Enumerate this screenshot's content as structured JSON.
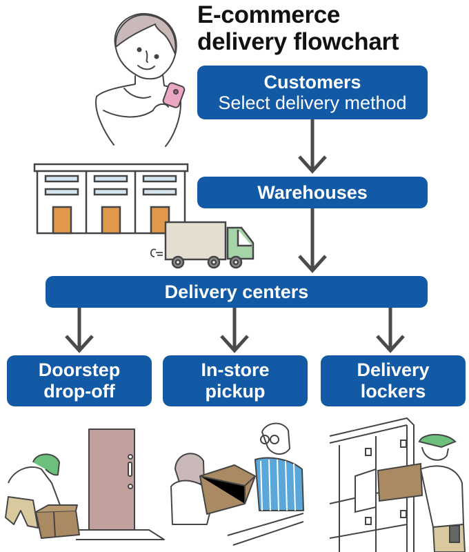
{
  "title": {
    "line1": "E-commerce",
    "line2": "delivery flowchart"
  },
  "nodes": {
    "customers": {
      "label": "Customers",
      "sublabel": "Select delivery method"
    },
    "warehouses": {
      "label": "Warehouses"
    },
    "delivery_centers": {
      "label": "Delivery centers"
    },
    "options": [
      {
        "line1": "Doorstep",
        "line2": "drop-off"
      },
      {
        "line1": "In-store",
        "line2": "pickup"
      },
      {
        "line1": "Delivery",
        "line2": "lockers"
      }
    ]
  },
  "colors": {
    "box": "#1259a6",
    "arrow": "#4a4a4a",
    "door": "#c2a09d",
    "cap": "#6dbf7c",
    "box_parcel": "#a98a63",
    "wh_door": "#e0994c"
  }
}
